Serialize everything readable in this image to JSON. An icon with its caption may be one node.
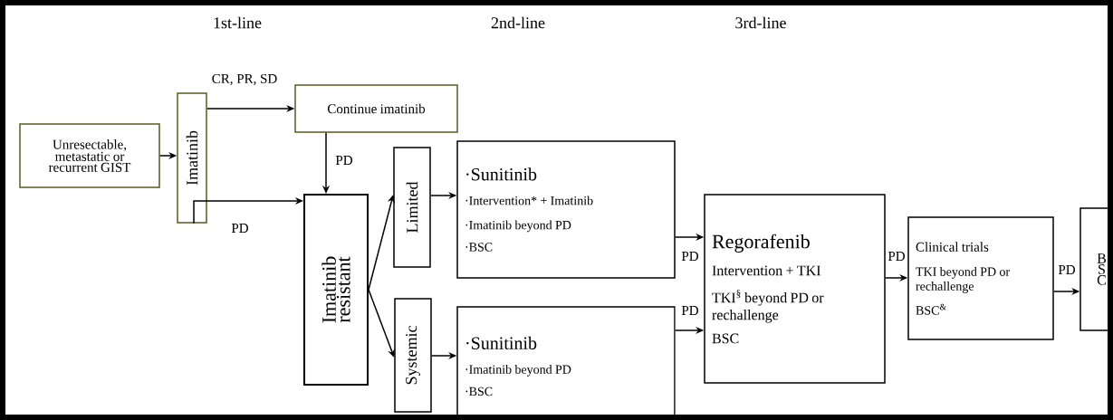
{
  "diagram": {
    "nodes": [
      {
        "text": [
          "Unresectable, metastatic or recurrent GIST"
        ]
      },
      {
        "text": [
          "Imatinib"
        ]
      },
      {
        "text": [
          "Continue imatinib"
        ]
      },
      {
        "text": [
          "Imatinib resistant"
        ]
      },
      {
        "text": [
          "Limited"
        ]
      },
      {
        "text": [
          "Systemic"
        ]
      },
      {
        "text": [
          "·Sunitinib",
          "·Intervention* + Imatinib",
          "·Imatinib beyond PD",
          "·BSC"
        ]
      },
      {
        "text": [
          "·Sunitinib",
          "·Imatinib beyond PD",
          "·BSC"
        ]
      },
      {
        "text": [
          "Regorafenib",
          "Intervention + TKI",
          "TKI$^{§}$ beyond PD or rechallenge",
          "BSC"
        ]
      },
      {
        "text": [
          "Clinical trials",
          "TKI beyond PD or rechallenge",
          "BSC$^{&}$"
        ]
      },
      {
        "text": [
          "B S C"
        ]
      }
    ],
    "edges": [
      {
        "from": 0,
        "to": 1,
        "arrow": "to"
      },
      {
        "from": 1,
        "to": 2,
        "arrow": "to",
        "label": "CR, PR, SD"
      },
      {
        "from": 1,
        "to": 3,
        "arrow": "to",
        "label": "PD"
      },
      {
        "from": 2,
        "to": 3,
        "arrow": "to",
        "label": "PD"
      },
      {
        "from": 3,
        "to": 4,
        "arrow": "to"
      },
      {
        "from": 3,
        "to": 5,
        "arrow": "to"
      },
      {
        "from": 4,
        "to": 6,
        "arrow": "to"
      },
      {
        "from": 5,
        "to": 7,
        "arrow": "to"
      },
      {
        "from": 6,
        "to": 8,
        "arrow": "to",
        "label": "PD"
      },
      {
        "from": 7,
        "to": 8,
        "arrow": "to",
        "label": "PD"
      },
      {
        "from": 8,
        "to": 9,
        "arrow": "to",
        "label": "PD"
      },
      {
        "from": 9,
        "to": 10,
        "arrow": "to",
        "label": "PD"
      }
    ],
    "labels": [
      "1st-line",
      "2nd-line",
      "3rd-line"
    ]
  }
}
